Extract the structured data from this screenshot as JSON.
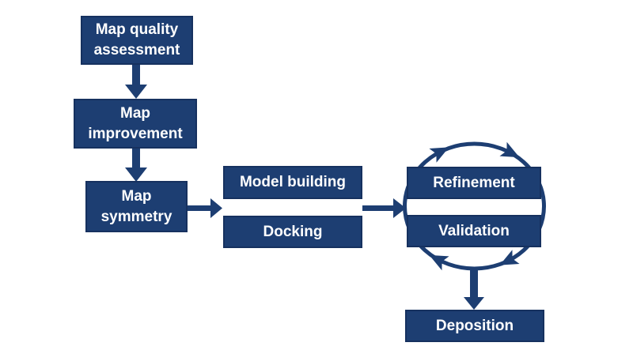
{
  "flowchart": {
    "colors": {
      "node_fill": "#1d3e72",
      "node_border": "#16315f",
      "connector": "#1d3e72",
      "text_color": "#ffffff",
      "bg": "#ffffff"
    },
    "nodes": {
      "map_quality": {
        "label": "Map quality\nassessment"
      },
      "map_improvement": {
        "label": "Map\nimprovement"
      },
      "map_symmetry": {
        "label": "Map\nsymmetry"
      },
      "model_building": {
        "label": "Model building"
      },
      "docking": {
        "label": "Docking"
      },
      "refinement": {
        "label": "Refinement"
      },
      "validation": {
        "label": "Validation"
      },
      "deposition": {
        "label": "Deposition"
      }
    },
    "connections": [
      {
        "from": "Map quality assessment",
        "to": "Map improvement",
        "type": "arrow-down"
      },
      {
        "from": "Map improvement",
        "to": "Map symmetry",
        "type": "arrow-down"
      },
      {
        "from": "Map symmetry",
        "to": "Model building / Docking",
        "type": "arrow-right"
      },
      {
        "from": "Model building / Docking",
        "to": "Refinement / Validation",
        "type": "arrow-right"
      },
      {
        "from": "Refinement",
        "to": "Validation",
        "type": "clockwise-cycle"
      },
      {
        "from": "Refinement / Validation",
        "to": "Deposition",
        "type": "arrow-down"
      }
    ]
  }
}
